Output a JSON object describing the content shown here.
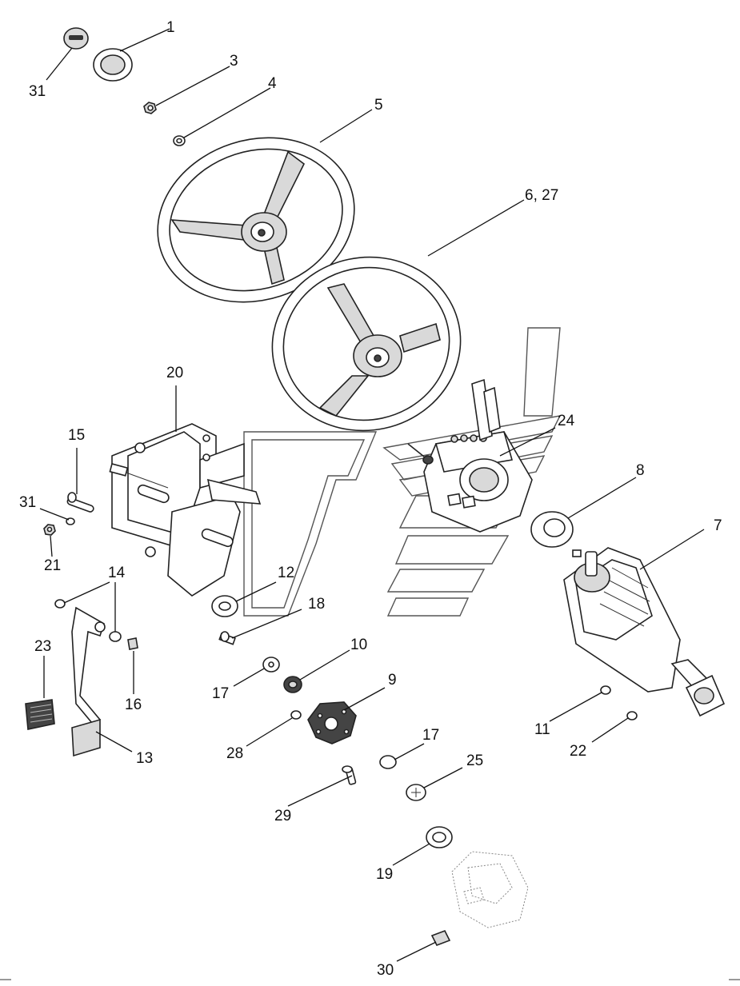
{
  "diagram": {
    "callouts": [
      "1",
      "3",
      "4",
      "5",
      "6, 27",
      "31",
      "20",
      "15",
      "24",
      "8",
      "7",
      "31",
      "21",
      "12",
      "18",
      "14",
      "10",
      "23",
      "17",
      "16",
      "9",
      "13",
      "28",
      "11",
      "17",
      "22",
      "25",
      "29",
      "19",
      "30"
    ]
  }
}
